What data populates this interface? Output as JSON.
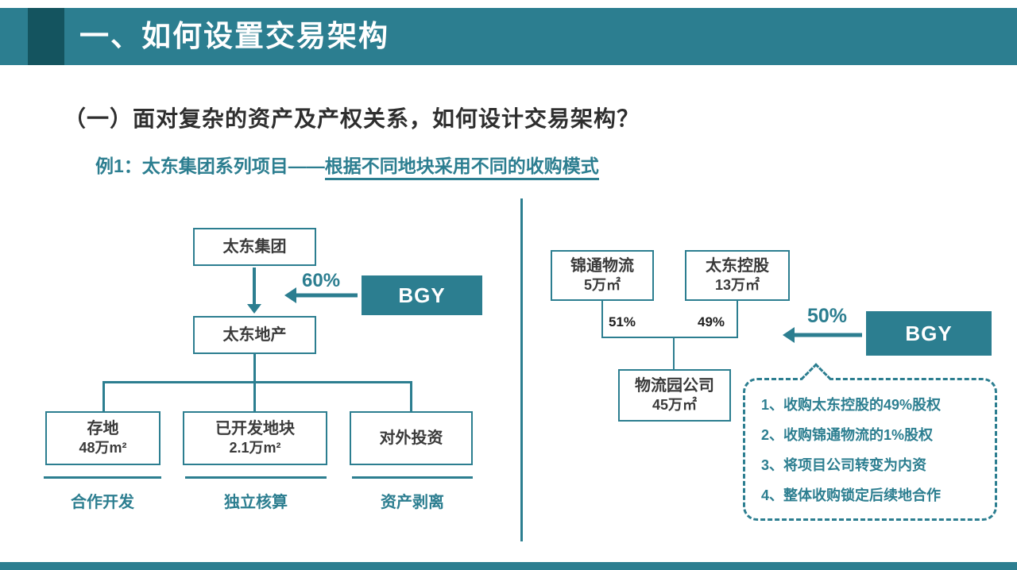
{
  "slide": {
    "title": "一、如何设置交易架构",
    "heading": "（一）面对复杂的资产及产权关系，如何设计交易架构？",
    "example": {
      "prefix": "例1：太东集团系列项目——",
      "highlight": "根据不同地块采用不同的收购模式"
    }
  },
  "left_diagram": {
    "parent_box": "太东集团",
    "holding_box": "太东地产",
    "acquisition_pct": "60%",
    "acquirer": "BGY",
    "children": [
      {
        "title": "存地",
        "area": "48万m²",
        "strategy": "合作开发"
      },
      {
        "title": "已开发地块",
        "area": "2.1万m²",
        "strategy": "独立核算"
      },
      {
        "title": "对外投资",
        "area": "",
        "strategy": "资产剥离"
      }
    ]
  },
  "right_diagram": {
    "shareholders": [
      {
        "name": "锦通物流",
        "area": "5万㎡",
        "stake": "51%"
      },
      {
        "name": "太东控股",
        "area": "13万㎡",
        "stake": "49%"
      }
    ],
    "project_box": {
      "name": "物流园公司",
      "area": "45万㎡"
    },
    "acquisition_pct": "50%",
    "acquirer": "BGY",
    "notes": [
      "1、收购太东控股的49%股权",
      "2、收购锦通物流的1%股权",
      "3、将项目公司转变为内资",
      "4、整体收购锁定后续地合作"
    ]
  },
  "colors": {
    "teal": "#2C7E90",
    "dark_teal": "#14545F"
  }
}
